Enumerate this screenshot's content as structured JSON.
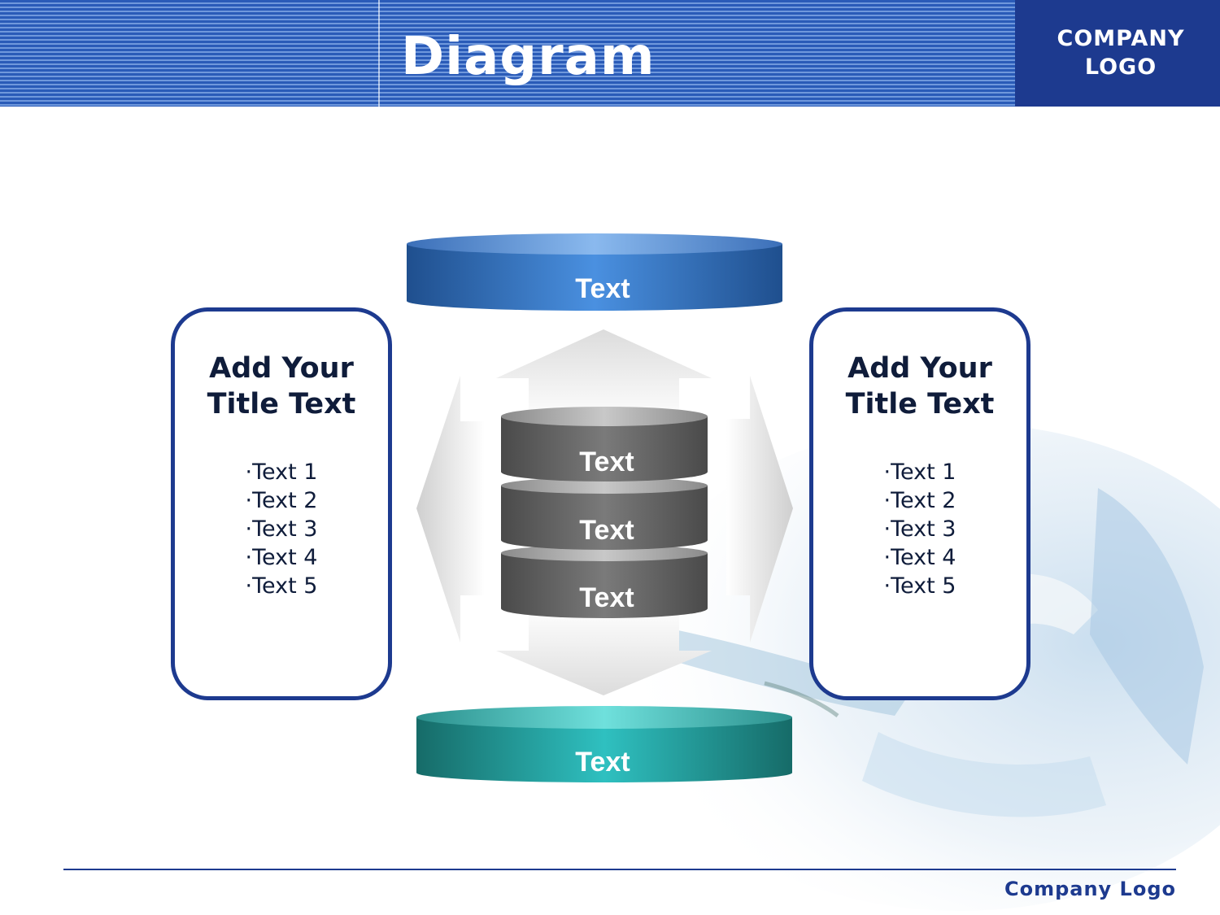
{
  "header": {
    "title": "Diagram",
    "logo": "COMPANY LOGO"
  },
  "left_panel": {
    "title": "Add Your Title Text",
    "items": [
      "·Text 1",
      "·Text 2",
      "·Text 3",
      "·Text 4",
      "·Text 5"
    ]
  },
  "right_panel": {
    "title": "Add Your Title Text",
    "items": [
      "·Text 1",
      "·Text 2",
      "·Text 3",
      "·Text 4",
      "·Text 5"
    ]
  },
  "diagram": {
    "top_cylinder": "Text",
    "bottom_cylinder": "Text",
    "stack": [
      "Text",
      "Text",
      "Text"
    ]
  },
  "footer": {
    "label": "Company Logo"
  },
  "colors": {
    "header_blue": "#2a5bb8",
    "logo_navy": "#1d3a8f",
    "top_cylinder": "#3a7ed6",
    "bottom_cylinder": "#2aa8a8",
    "stack_gray": "#5a5a5a"
  }
}
